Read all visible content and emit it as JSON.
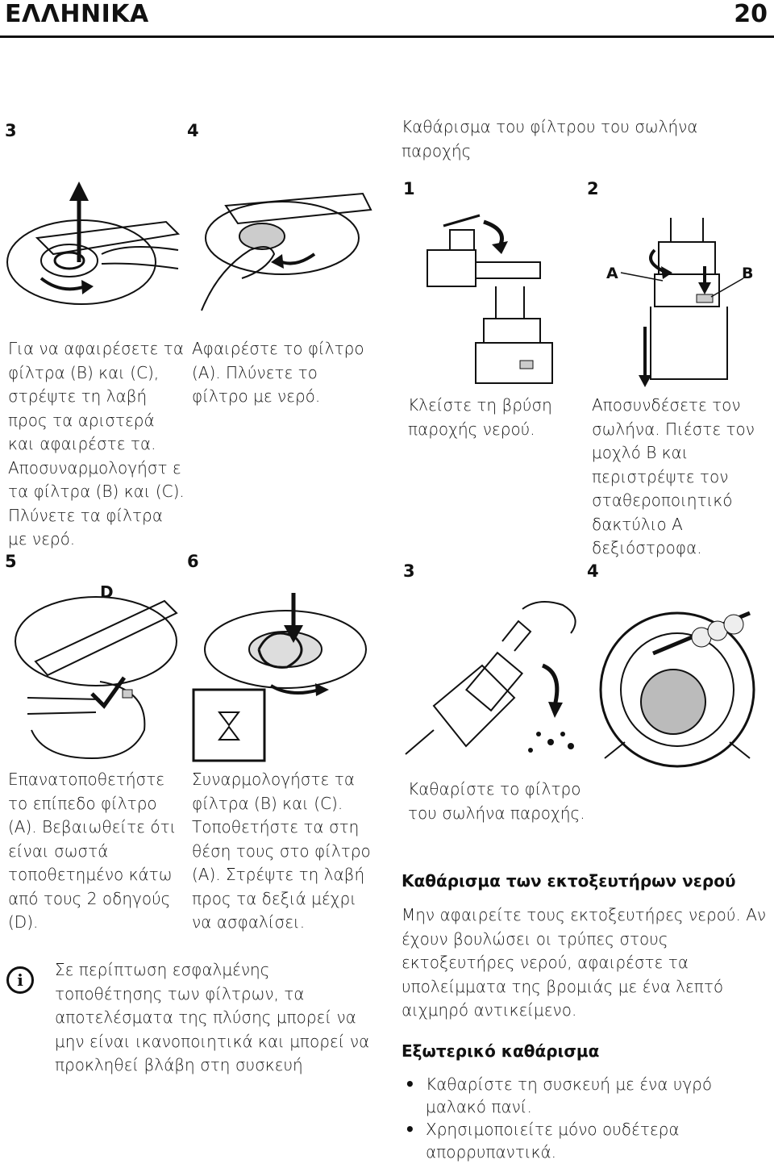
{
  "header": {
    "title": "ΕΛΛΗΝΙΚΑ",
    "page_number": "20"
  },
  "left_steps": {
    "step3": {
      "num": "3",
      "text": "Για να αφαιρέσετε τα φίλτρα (B) και (C), στρέψτε τη λαβή προς τα αριστερά και αφαιρέστε τα. Αποσυναρμολογήστ ε τα φίλτρα (B) και (C). Πλύνετε τα φίλτρα με νερό."
    },
    "step4": {
      "num": "4",
      "text": "Αφαιρέστε το φίλτρο (A). Πλύνετε το φίλτρο με νερό."
    },
    "step5": {
      "num": "5",
      "label_d": "D",
      "text": "Επανατοποθετήστε το επίπεδο φίλτρο (A). Βεβαιωθείτε ότι είναι σωστά τοποθετημένο κάτω από τους 2 οδηγούς (D)."
    },
    "step6": {
      "num": "6",
      "text": "Συναρμολογήστε τα φίλτρα (B) και (C). Τοποθετήστε τα στη θέση τους στο φίλτρο (A). Στρέψτε τη λαβή προς τα δεξιά μέχρι να ασφαλίσει."
    }
  },
  "info_note": {
    "icon": "info-icon",
    "text": "Σε περίπτωση εσφαλμένης τοποθέτησης των φίλτρων, τα αποτελέσματα της πλύσης μπορεί να μην είναι ικανοποιητικά και μπορεί να προκληθεί βλάβη στη συσκευή"
  },
  "right": {
    "heading": "Καθάρισμα του φίλτρου του σωλήνα παροχής",
    "step1": {
      "num": "1",
      "text": "Κλείστε τη βρύση παροχής νερού."
    },
    "step2": {
      "num": "2",
      "label_a": "A",
      "label_b": "B",
      "text": "Αποσυνδέσετε τον σωλήνα. Πιέστε τον μοχλό B και περιστρέψτε τον σταθεροποιητικό δακτύλιο A δεξιόστροφα."
    },
    "step3": {
      "num": "3",
      "text": "Καθαρίστε το φίλτρο του σωλήνα παροχής."
    },
    "step4": {
      "num": "4"
    },
    "section2": {
      "heading": "Καθάρισμα των εκτοξευτήρων νερού",
      "text": "Μην αφαιρείτε τους εκτοξευτήρες νερού. Αν έχουν βουλώσει οι τρύπες στους εκτοξευτήρες νερού, αφαιρέστε τα υπολείμματα της βρομιάς με ένα λεπτό αιχμηρό αντικείμενο."
    },
    "section3": {
      "heading": "Εξωτερικό καθάρισμα",
      "bullets": [
        "Καθαρίστε τη συσκευή με ένα υγρό μαλακό πανί.",
        "Χρησιμοποιείτε μόνο ουδέτερα απορρυπαντικά."
      ]
    }
  }
}
